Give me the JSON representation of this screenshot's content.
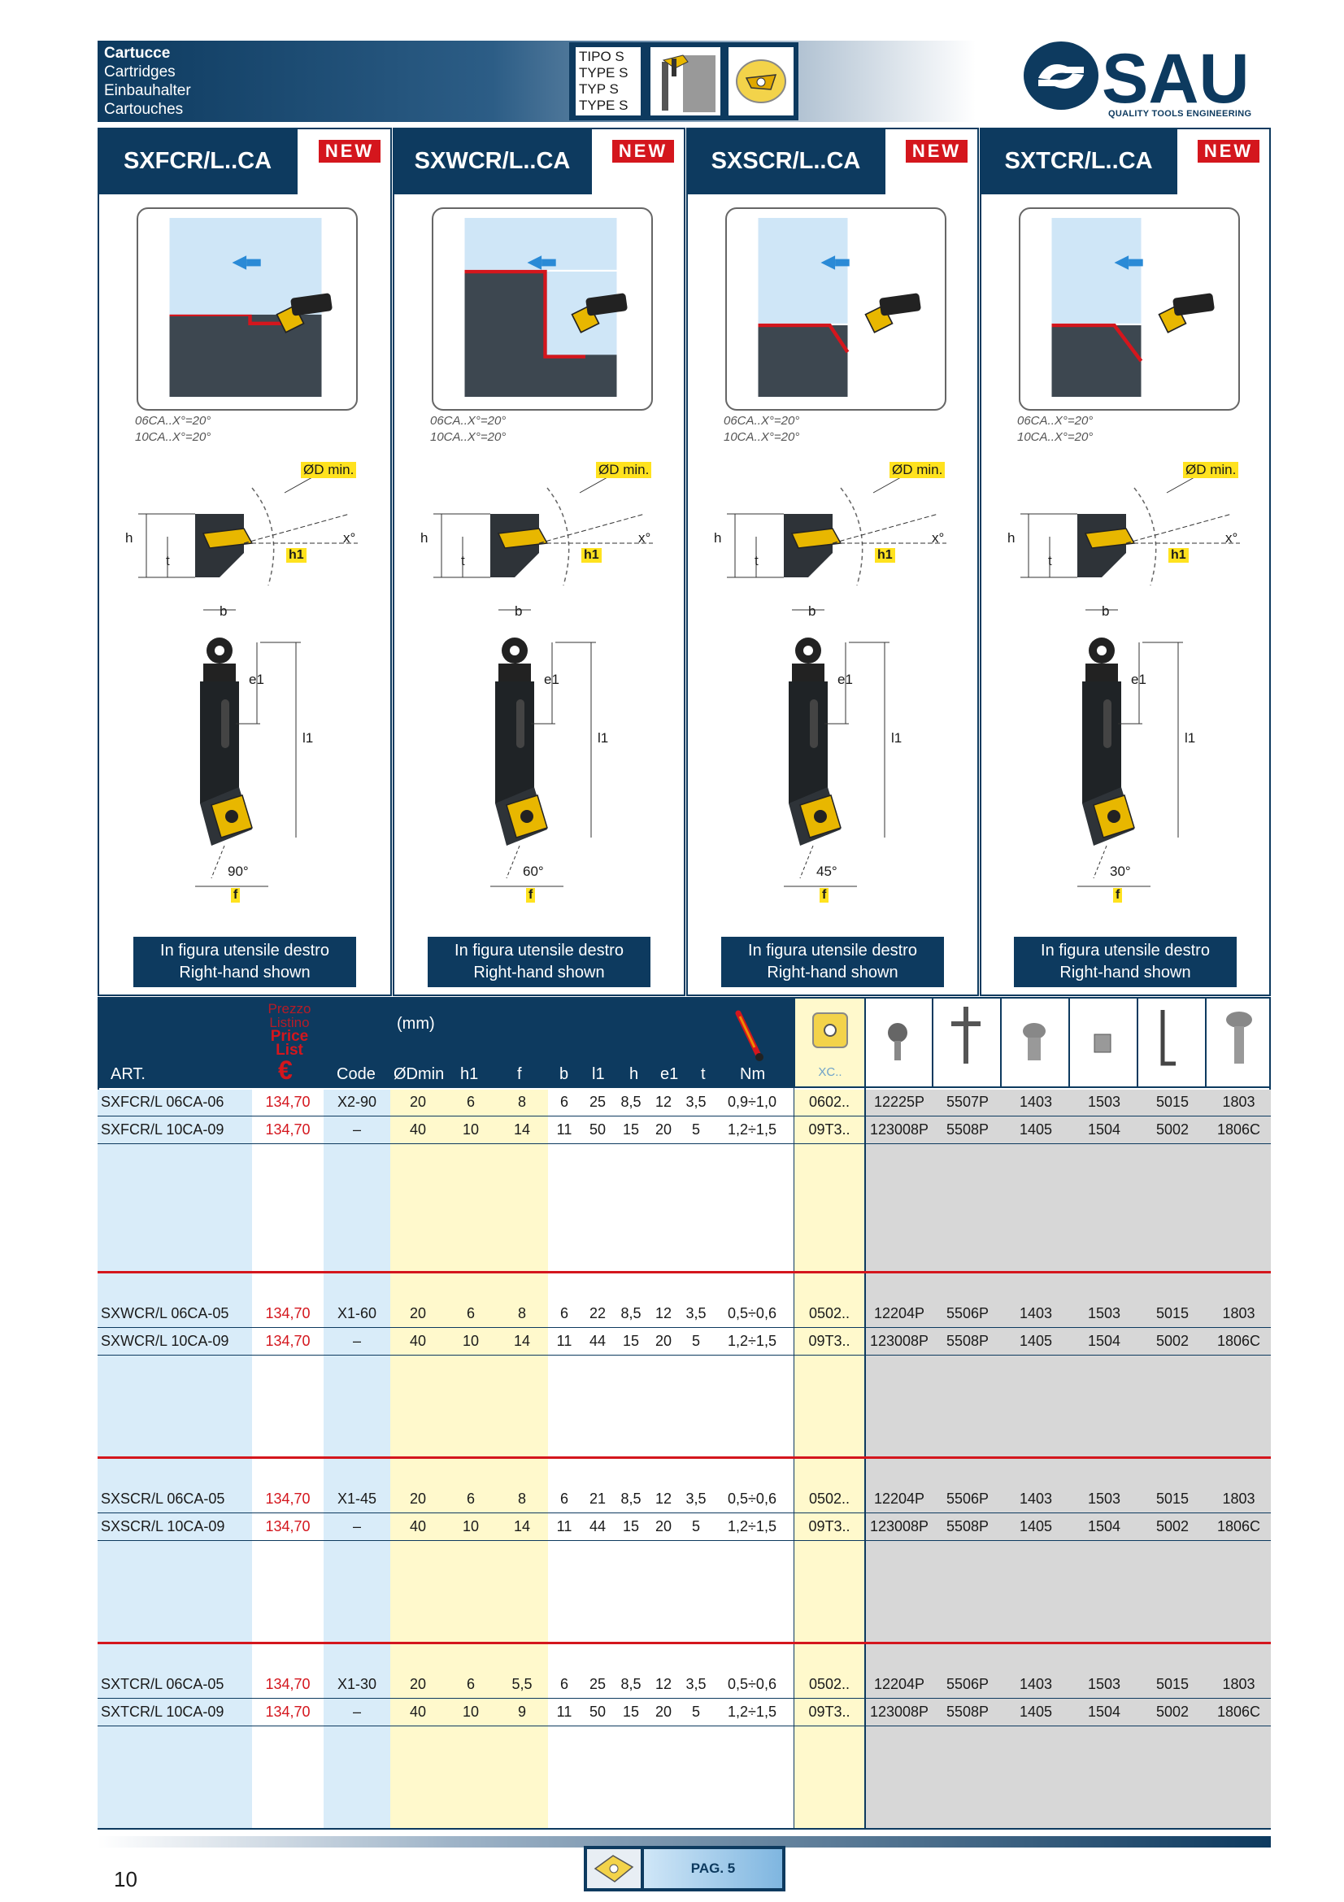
{
  "header": {
    "category": [
      "Cartucce",
      "Cartridges",
      "Einbauhalter",
      "Cartouches"
    ],
    "type_labels": [
      "TIPO S",
      "TYPE S",
      "TYP S",
      "TYPE S"
    ],
    "logo_text": "SAU",
    "logo_subtitle": "QUALITY TOOLS ENGINEERING"
  },
  "products": [
    {
      "title": "SXFCR/L..CA",
      "badge": "NEW",
      "notes": [
        "06CA..X°=20°",
        "10CA..X°=20°"
      ],
      "dmin": "ØD min.",
      "angle": "90°",
      "caption": [
        "In figura utensile destro",
        "Right-hand shown"
      ]
    },
    {
      "title": "SXWCR/L..CA",
      "badge": "NEW",
      "notes": [
        "06CA..X°=20°",
        "10CA..X°=20°"
      ],
      "dmin": "ØD min.",
      "angle": "60°",
      "caption": [
        "In figura utensile destro",
        "Right-hand shown"
      ]
    },
    {
      "title": "SXSCR/L..CA",
      "badge": "NEW",
      "notes": [
        "06CA..X°=20°",
        "10CA..X°=20°"
      ],
      "dmin": "ØD min.",
      "angle": "45°",
      "caption": [
        "In figura utensile destro",
        "Right-hand shown"
      ]
    },
    {
      "title": "SXTCR/L..CA",
      "badge": "NEW",
      "notes": [
        "06CA..X°=20°",
        "10CA..X°=20°"
      ],
      "dmin": "ØD min.",
      "angle": "30°",
      "caption": [
        "In figura utensile destro",
        "Right-hand shown"
      ]
    }
  ],
  "dimension_labels": {
    "h": "h",
    "t": "t",
    "h1": "h1",
    "x": "x°",
    "b": "b",
    "e1": "e1",
    "l1": "l1",
    "f": "f"
  },
  "table": {
    "price_header": [
      "Prezzo",
      "Listino",
      "Price List"
    ],
    "currency": "€",
    "unit": "(mm)",
    "torque": "Nm",
    "insert_col": "XC..",
    "columns": [
      "ART.",
      "Code",
      "ØDmin",
      "h1",
      "f",
      "b",
      "l1",
      "h",
      "e1",
      "t"
    ],
    "groups": [
      [
        [
          "SXFCR/L 06CA-06",
          "134,70",
          "X2-90",
          "20",
          "6",
          "8",
          "6",
          "25",
          "8,5",
          "12",
          "3,5",
          "0,9÷1,0",
          "0602..",
          "12225P",
          "5507P",
          "1403",
          "1503",
          "5015",
          "1803"
        ],
        [
          "SXFCR/L 10CA-09",
          "134,70",
          "–",
          "40",
          "10",
          "14",
          "11",
          "50",
          "15",
          "20",
          "5",
          "1,2÷1,5",
          "09T3..",
          "123008P",
          "5508P",
          "1405",
          "1504",
          "5002",
          "1806C"
        ]
      ],
      [
        [
          "SXWCR/L 06CA-05",
          "134,70",
          "X1-60",
          "20",
          "6",
          "8",
          "6",
          "22",
          "8,5",
          "12",
          "3,5",
          "0,5÷0,6",
          "0502..",
          "12204P",
          "5506P",
          "1403",
          "1503",
          "5015",
          "1803"
        ],
        [
          "SXWCR/L 10CA-09",
          "134,70",
          "–",
          "40",
          "10",
          "14",
          "11",
          "44",
          "15",
          "20",
          "5",
          "1,2÷1,5",
          "09T3..",
          "123008P",
          "5508P",
          "1405",
          "1504",
          "5002",
          "1806C"
        ]
      ],
      [
        [
          "SXSCR/L 06CA-05",
          "134,70",
          "X1-45",
          "20",
          "6",
          "8",
          "6",
          "21",
          "8,5",
          "12",
          "3,5",
          "0,5÷0,6",
          "0502..",
          "12204P",
          "5506P",
          "1403",
          "1503",
          "5015",
          "1803"
        ],
        [
          "SXSCR/L 10CA-09",
          "134,70",
          "–",
          "40",
          "10",
          "14",
          "11",
          "44",
          "15",
          "20",
          "5",
          "1,2÷1,5",
          "09T3..",
          "123008P",
          "5508P",
          "1405",
          "1504",
          "5002",
          "1806C"
        ]
      ],
      [
        [
          "SXTCR/L 06CA-05",
          "134,70",
          "X1-30",
          "20",
          "6",
          "5,5",
          "6",
          "25",
          "8,5",
          "12",
          "3,5",
          "0,5÷0,6",
          "0502..",
          "12204P",
          "5506P",
          "1403",
          "1503",
          "5015",
          "1803"
        ],
        [
          "SXTCR/L 10CA-09",
          "134,70",
          "–",
          "40",
          "10",
          "9",
          "11",
          "50",
          "15",
          "20",
          "5",
          "1,2÷1,5",
          "09T3..",
          "123008P",
          "5508P",
          "1405",
          "1504",
          "5002",
          "1806C"
        ]
      ]
    ]
  },
  "footer": {
    "page_number": "10",
    "pag_label": "PAG. 5"
  },
  "colors": {
    "navy": "#0d3a5f",
    "red": "#d4161d",
    "yellow": "#ffe21f",
    "light_blue": "#d9ecf9",
    "light_yellow": "#fff9cc",
    "grey": "#d7d7d7"
  }
}
